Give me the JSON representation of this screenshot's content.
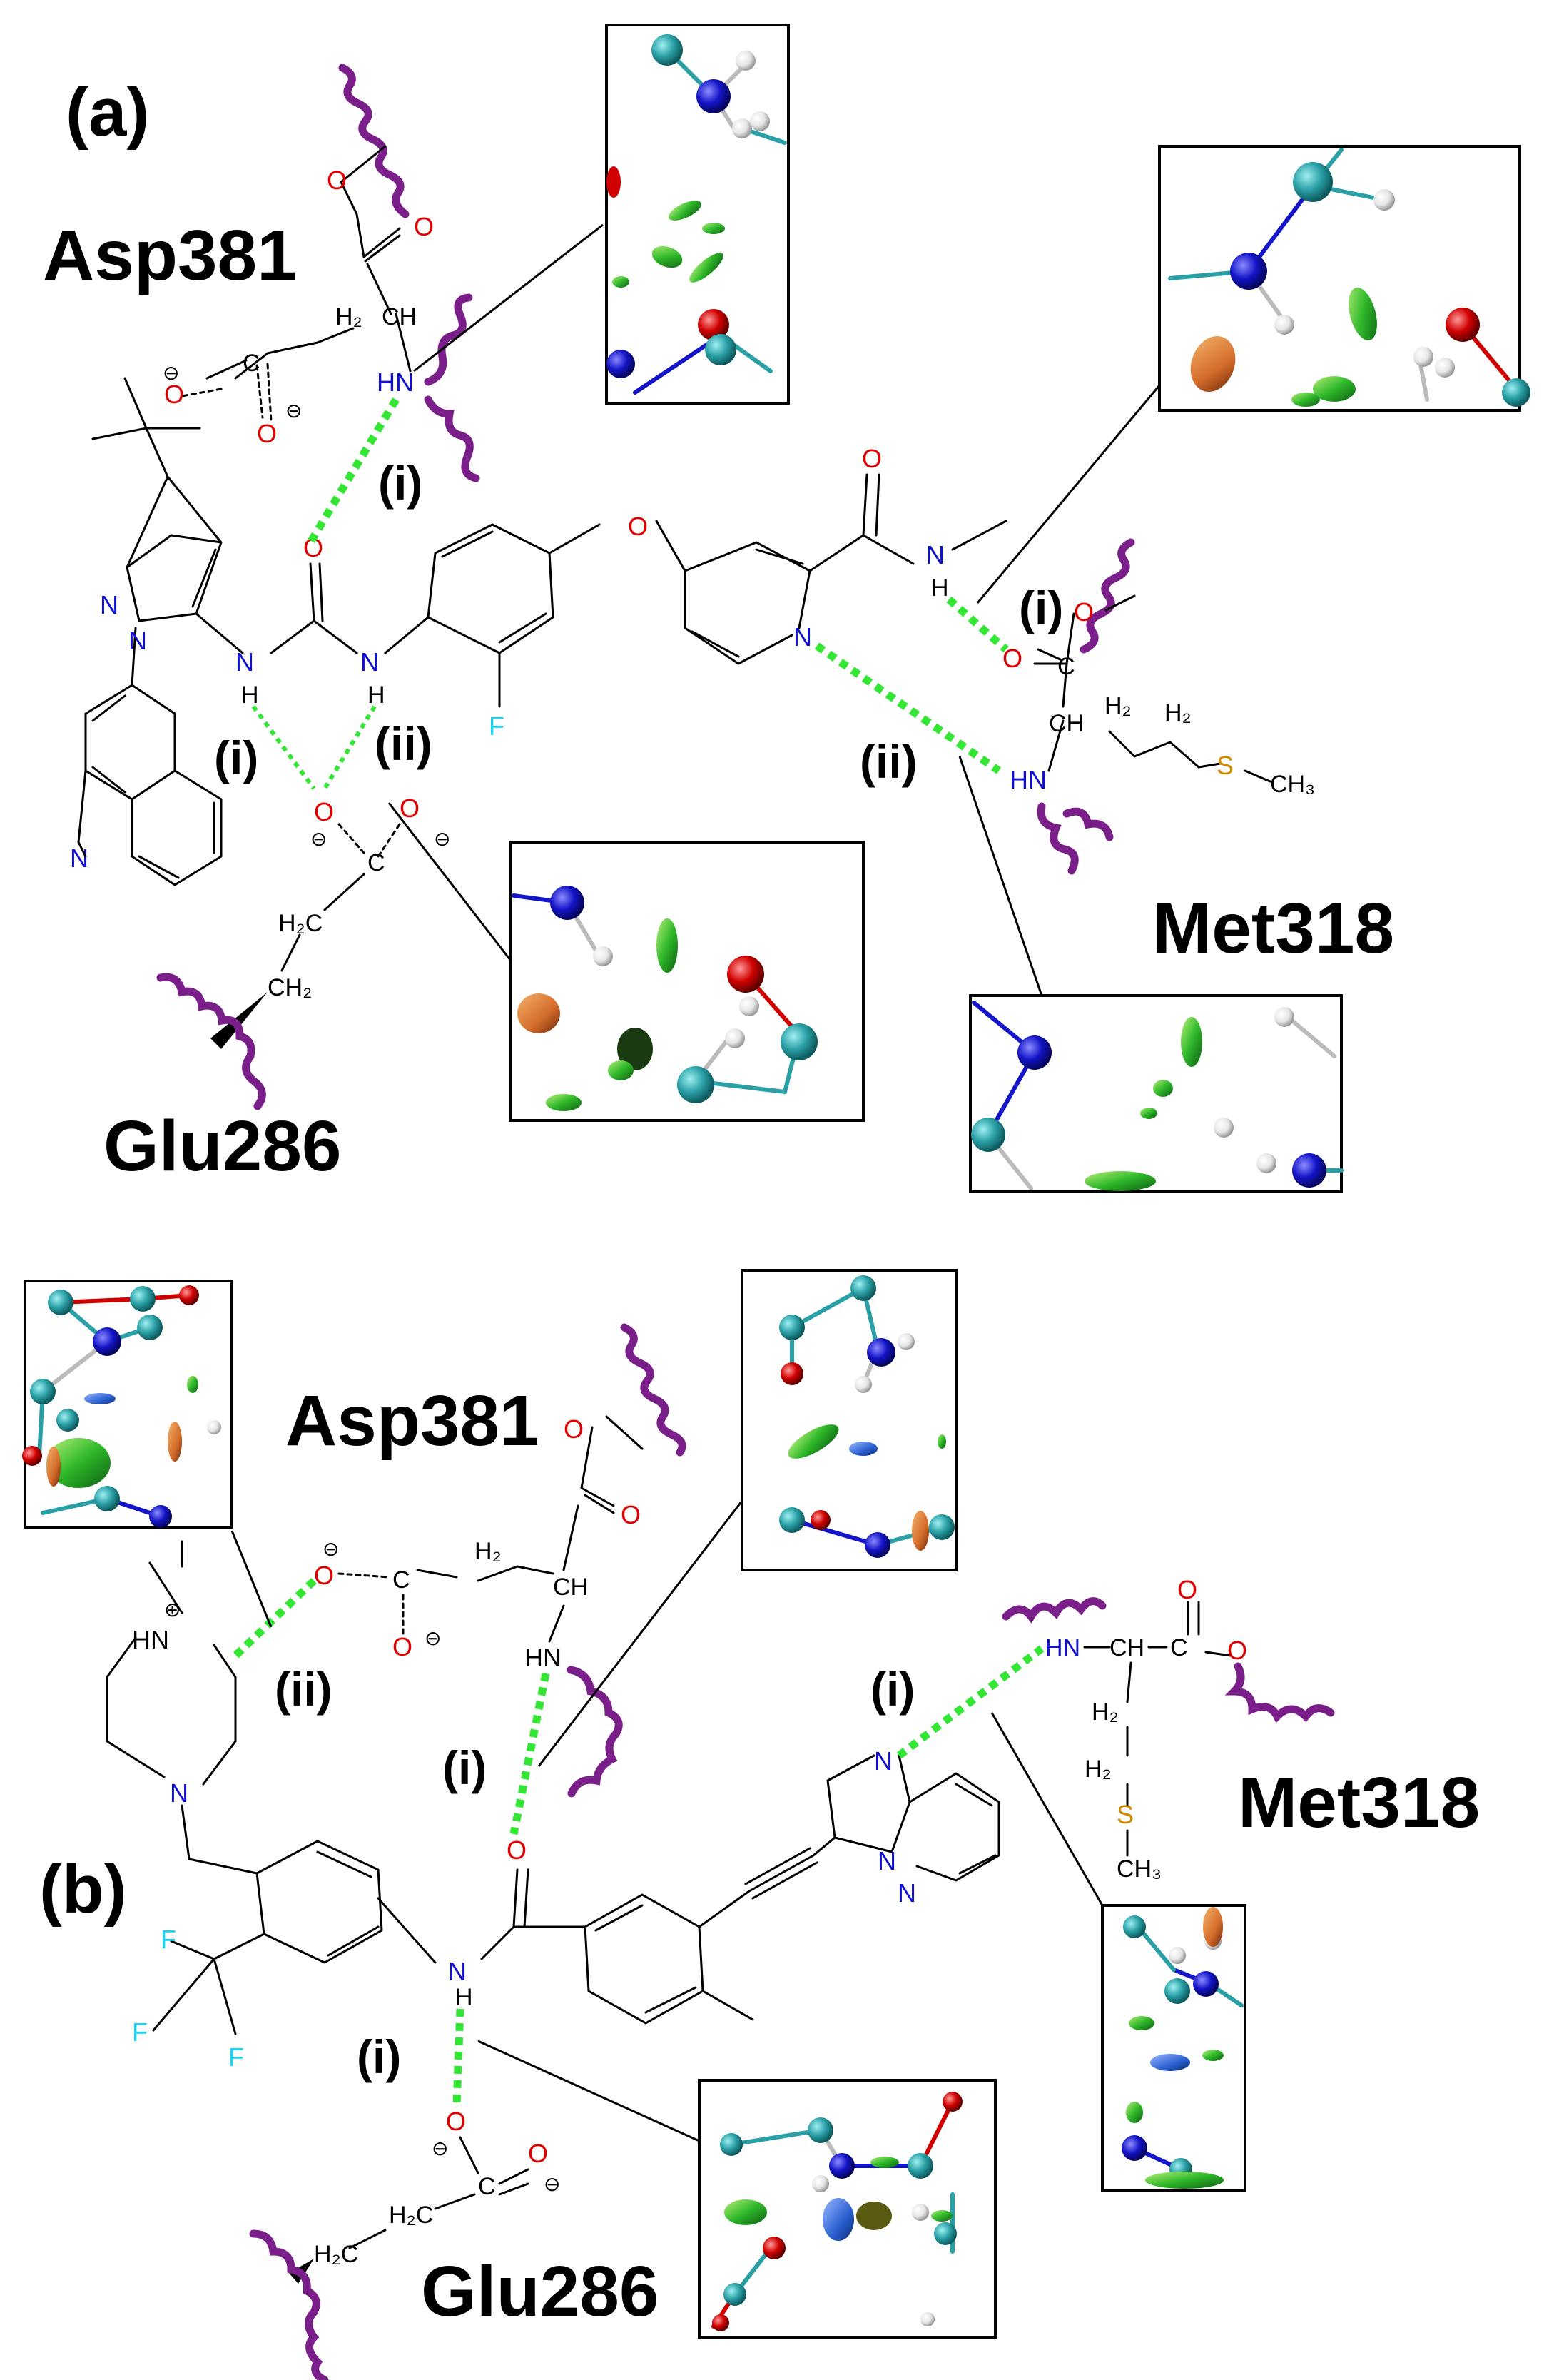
{
  "panels": {
    "a": {
      "label": "(a)",
      "residues": {
        "asp": "Asp381",
        "met": "Met318",
        "glu": "Glu286"
      },
      "interaction_labels": {
        "asp_i": "(i)",
        "glu_i": "(i)",
        "glu_ii": "(ii)",
        "met_i": "(i)",
        "met_ii": "(ii)"
      },
      "atoms": {
        "asp_ch2": "H₂",
        "asp_ch": "CH",
        "asp_nh": "HN",
        "asp_o_top": "O",
        "asp_o_dbl": "O",
        "asp_c": "C",
        "asp_o1": "O",
        "asp_o2": "O",
        "urea_o": "O",
        "urea_nh1": "N",
        "urea_h1": "H",
        "urea_nh2": "N",
        "urea_h2": "H",
        "pyraz_n1": "N",
        "pyraz_n2": "N",
        "quin_n": "N",
        "fluoro": "F",
        "ether_o": "O",
        "pyr_n": "N",
        "amide_o": "O",
        "amide_n": "N",
        "amide_h": "H",
        "met_o_top": "O",
        "met_o_dbl": "O",
        "met_c": "C",
        "met_ch": "CH",
        "met_h2a": "H₂",
        "met_h2b": "H₂",
        "met_s": "S",
        "met_ch3": "CH₃",
        "met_hn": "HN",
        "glu_o1": "O",
        "glu_o2": "O",
        "glu_c": "C",
        "glu_h2c1": "H₂C",
        "glu_ch2": "CH₂",
        "charge": "⊖"
      }
    },
    "b": {
      "label": "(b)",
      "residues": {
        "asp": "Asp381",
        "met": "Met318",
        "glu": "Glu286"
      },
      "interaction_labels": {
        "asp_i": "(i)",
        "asp_ii": "(ii)",
        "met_i": "(i)",
        "glu_i": "(i)"
      },
      "atoms": {
        "asp_o_top": "O",
        "asp_o_dbl": "O",
        "asp_ch2": "H₂",
        "asp_ch": "CH",
        "asp_hn": "HN",
        "asp_o1": "O",
        "asp_c": "C",
        "asp_o2": "O",
        "pip_hn": "HN",
        "pip_n": "N",
        "plus": "⊕",
        "cf3_f1": "F",
        "cf3_f2": "F",
        "cf3_f3": "F",
        "amide_o": "O",
        "amide_n": "N",
        "amide_h": "H",
        "imid_n1": "N",
        "imid_n2": "N",
        "imid_n3": "N",
        "met_hn": "HN",
        "met_ch": "CH",
        "met_c": "C",
        "met_o_dbl": "O",
        "met_o": "O",
        "met_h2a": "H₂",
        "met_h2b": "H₂",
        "met_s": "S",
        "met_ch3": "CH₃",
        "glu_o1": "O",
        "glu_c": "C",
        "glu_o2": "O",
        "glu_h2c": "H₂C",
        "glu_h2c2": "H₂C",
        "charge": "⊖"
      }
    }
  },
  "colors": {
    "hbond": "#33e633",
    "wiggle": "#7a1f8a",
    "oxygen": "#e00000",
    "nitrogen": "#1010d0",
    "fluorine": "#19d3f0",
    "sulfur": "#d38a00",
    "carbon_ball": "#2aa0a6",
    "nitrogen_ball": "#1414c8",
    "oxygen_ball": "#d00000",
    "hydrogen_ball": "#e8e8e8",
    "isosurface_green": "#2fb82a",
    "isosurface_blue": "#2a5fd0",
    "isosurface_orange": "#d46b2a"
  },
  "insets": [
    {
      "name": "inset-a-asp",
      "content": "NCI isosurface render"
    },
    {
      "name": "inset-a-met-i",
      "content": "NCI isosurface render"
    },
    {
      "name": "inset-a-glu",
      "content": "NCI isosurface render"
    },
    {
      "name": "inset-a-met-ii",
      "content": "NCI isosurface render"
    },
    {
      "name": "inset-b-left",
      "content": "NCI isosurface render"
    },
    {
      "name": "inset-b-asp",
      "content": "NCI isosurface render"
    },
    {
      "name": "inset-b-met",
      "content": "NCI isosurface render"
    },
    {
      "name": "inset-b-glu",
      "content": "NCI isosurface render"
    }
  ]
}
